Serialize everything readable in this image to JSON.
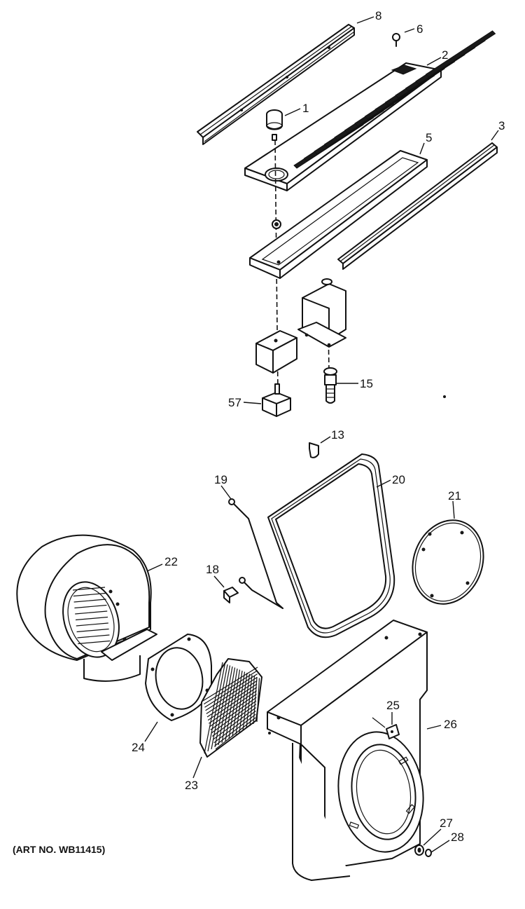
{
  "diagram": {
    "art_number": "(ART NO. WB11415)",
    "part_labels": {
      "p1": "1",
      "p2": "2",
      "p3": "3",
      "p5": "5",
      "p6": "6",
      "p8": "8",
      "p13": "13",
      "p15": "15",
      "p18": "18",
      "p19": "19",
      "p20": "20",
      "p21": "21",
      "p22": "22",
      "p23": "23",
      "p24": "24",
      "p25": "25",
      "p26": "26",
      "p27": "27",
      "p28": "28",
      "p57": "57"
    }
  }
}
